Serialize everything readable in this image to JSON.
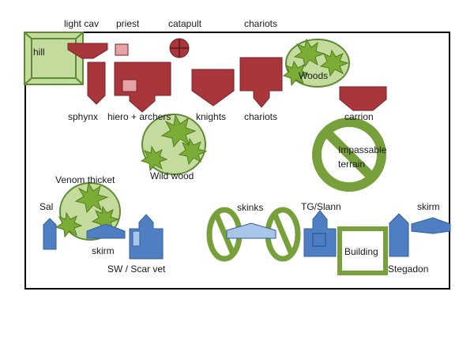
{
  "colors": {
    "enemy": "#a8363b",
    "enemy_stroke": "#7a2226",
    "enemy_light": "#e6a3a5",
    "ally": "#4f7fc2",
    "ally_stroke": "#2f5f9c",
    "ally_light": "#a9c6e8",
    "terrain_fill": "#c3db9c",
    "terrain_stroke": "#5e8a33",
    "bush": "#7aac36",
    "bush_stroke": "#4f7d1c",
    "impassable": "#77a03a",
    "board_border": "#000000"
  },
  "labels": {
    "hill": "hill",
    "light_cav": "light cav",
    "priest": "priest",
    "catapult": "catapult",
    "chariots_top": "chariots",
    "woods": "Woods",
    "sphynx": "sphynx",
    "hiero_archers": "hiero + archers",
    "knights": "knights",
    "chariots": "chariots",
    "carrion": "carrion",
    "wild_wood": "Wild wood",
    "impassable_line1": "Impassable",
    "impassable_line2": "terrain",
    "venom_thicket": "Venom thicket",
    "sal": "Sal",
    "skirm_left": "skirm",
    "sw_scar_vet": "SW / Scar vet",
    "skinks": "skinks",
    "tg_slann": "TG/Slann",
    "building": "Building",
    "stegadon": "Stegadon",
    "skirm_right": "skirm"
  }
}
